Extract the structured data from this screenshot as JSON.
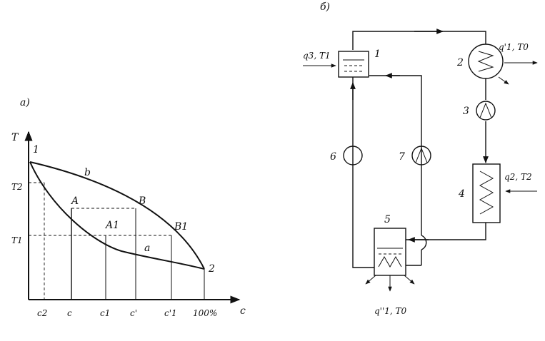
{
  "panel_a": {
    "panel_label": "a)",
    "axis_y_label": "T",
    "axis_x_label": "c",
    "y_ticks": [
      "T2",
      "T1"
    ],
    "x_ticks": [
      "c2",
      "c",
      "c1",
      "c'",
      "c'1",
      "100%"
    ],
    "points": {
      "p1": "1",
      "p2": "2",
      "A": "A",
      "B": "B",
      "A1": "A1",
      "B1": "B1"
    },
    "curve_upper": "b",
    "curve_lower": "a"
  },
  "panel_b": {
    "panel_label": "б)",
    "components": [
      "1",
      "2",
      "3",
      "4",
      "5",
      "6",
      "7"
    ],
    "flows": {
      "q3T1": "q3, T1",
      "q1pT0": "q'1, T0",
      "q2T2": "q2, T2",
      "q1ppT0": "q''1, T0"
    }
  }
}
